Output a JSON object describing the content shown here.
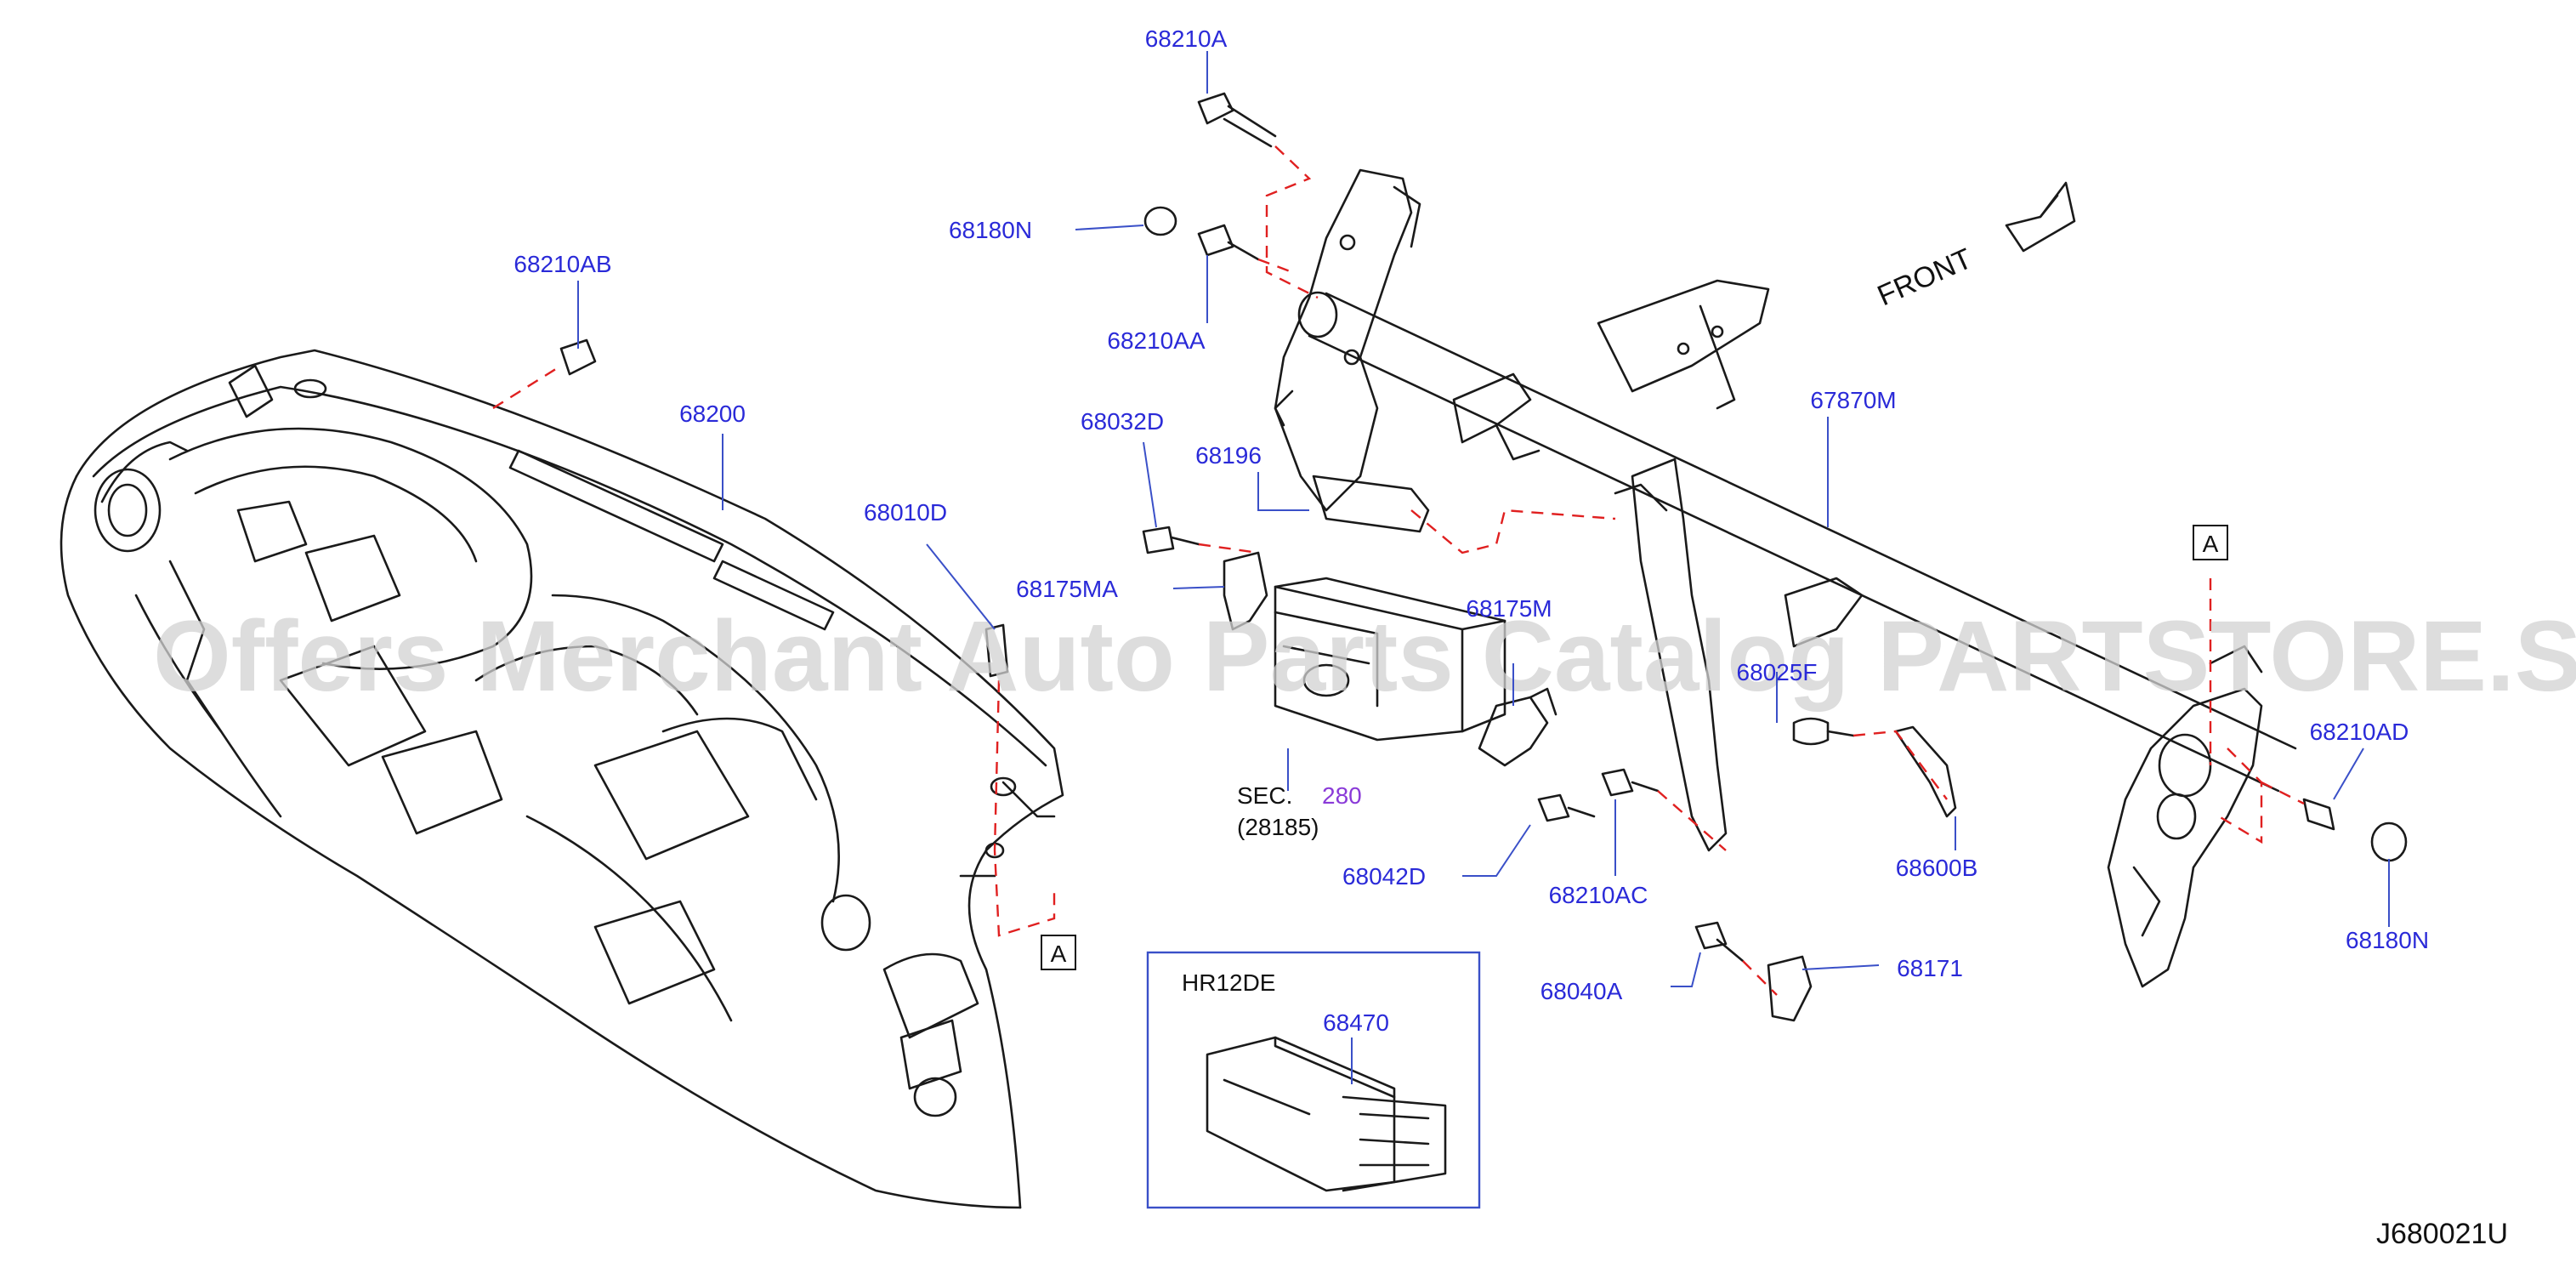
{
  "labels": {
    "p68210A": "68210A",
    "p68180N_top": "68180N",
    "p68210AA": "68210AA",
    "p68210AB": "68210AB",
    "p68200": "68200",
    "p68032D": "68032D",
    "p68196": "68196",
    "p68010D": "68010D",
    "p68175MA": "68175MA",
    "p68175M": "68175M",
    "p67870M": "67870M",
    "p68025": "68025F",
    "p68210AD": "68210AD",
    "p68180N_right": "68180N",
    "p68600B": "68600B",
    "p68210AC": "68210AC",
    "p68042D": "68042D",
    "p68040A": "68040A",
    "p68171": "68171",
    "p68470": "68470",
    "sec_prefix": "SEC.",
    "sec_number": "280",
    "sec_sub": "(28185)",
    "engine_variant": "HR12DE",
    "ref_a_left": "A",
    "ref_a_right": "A",
    "front": "FRONT",
    "diagram_code": "J680021U"
  },
  "watermark": "Offers Merchant Auto Parts Catalog PARTSTORE.SA",
  "colors": {
    "label": "#2a2ad8",
    "leader": "#3a50c8",
    "dashed_guide": "#e02020",
    "section_ref": "#8a3ad8",
    "outline": "#1a1a1a",
    "watermark": "#d2d2d2"
  }
}
